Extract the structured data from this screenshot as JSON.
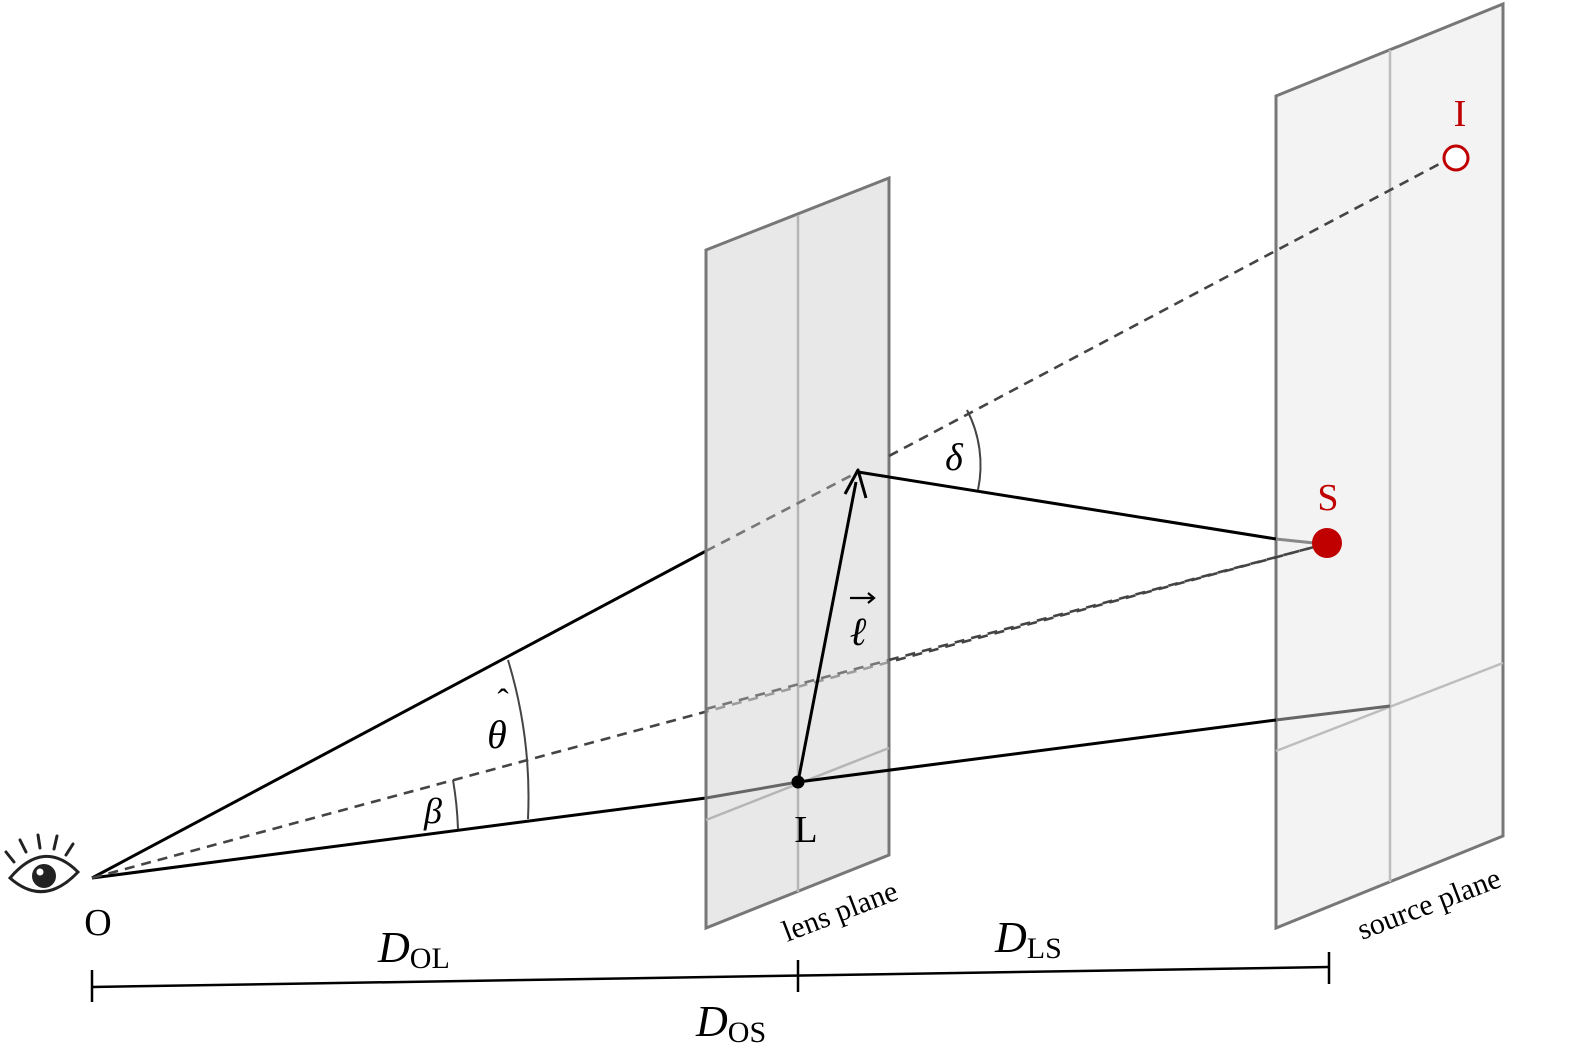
{
  "labels": {
    "observer": "O",
    "lens": "L",
    "source": "S",
    "image": "I",
    "lens_plane": "lens plane",
    "source_plane": "source plane"
  },
  "symbols": {
    "theta_hat": "θ",
    "theta_hat_accent": "ˆ",
    "beta": "β",
    "delta": "δ",
    "ell_vector": "ℓ"
  },
  "distances": {
    "d_ol": {
      "symbol": "D",
      "subscript": "OL"
    },
    "d_ls": {
      "symbol": "D",
      "subscript": "LS"
    },
    "d_os": {
      "symbol": "D",
      "subscript": "OS"
    }
  },
  "colors": {
    "accent_red": "#c00000",
    "plane_frame": "#777777",
    "plane_fill": "#ececec",
    "ray": "#000000",
    "dashed_ray": "#444444"
  },
  "icons": {
    "observer": "eye-icon"
  }
}
